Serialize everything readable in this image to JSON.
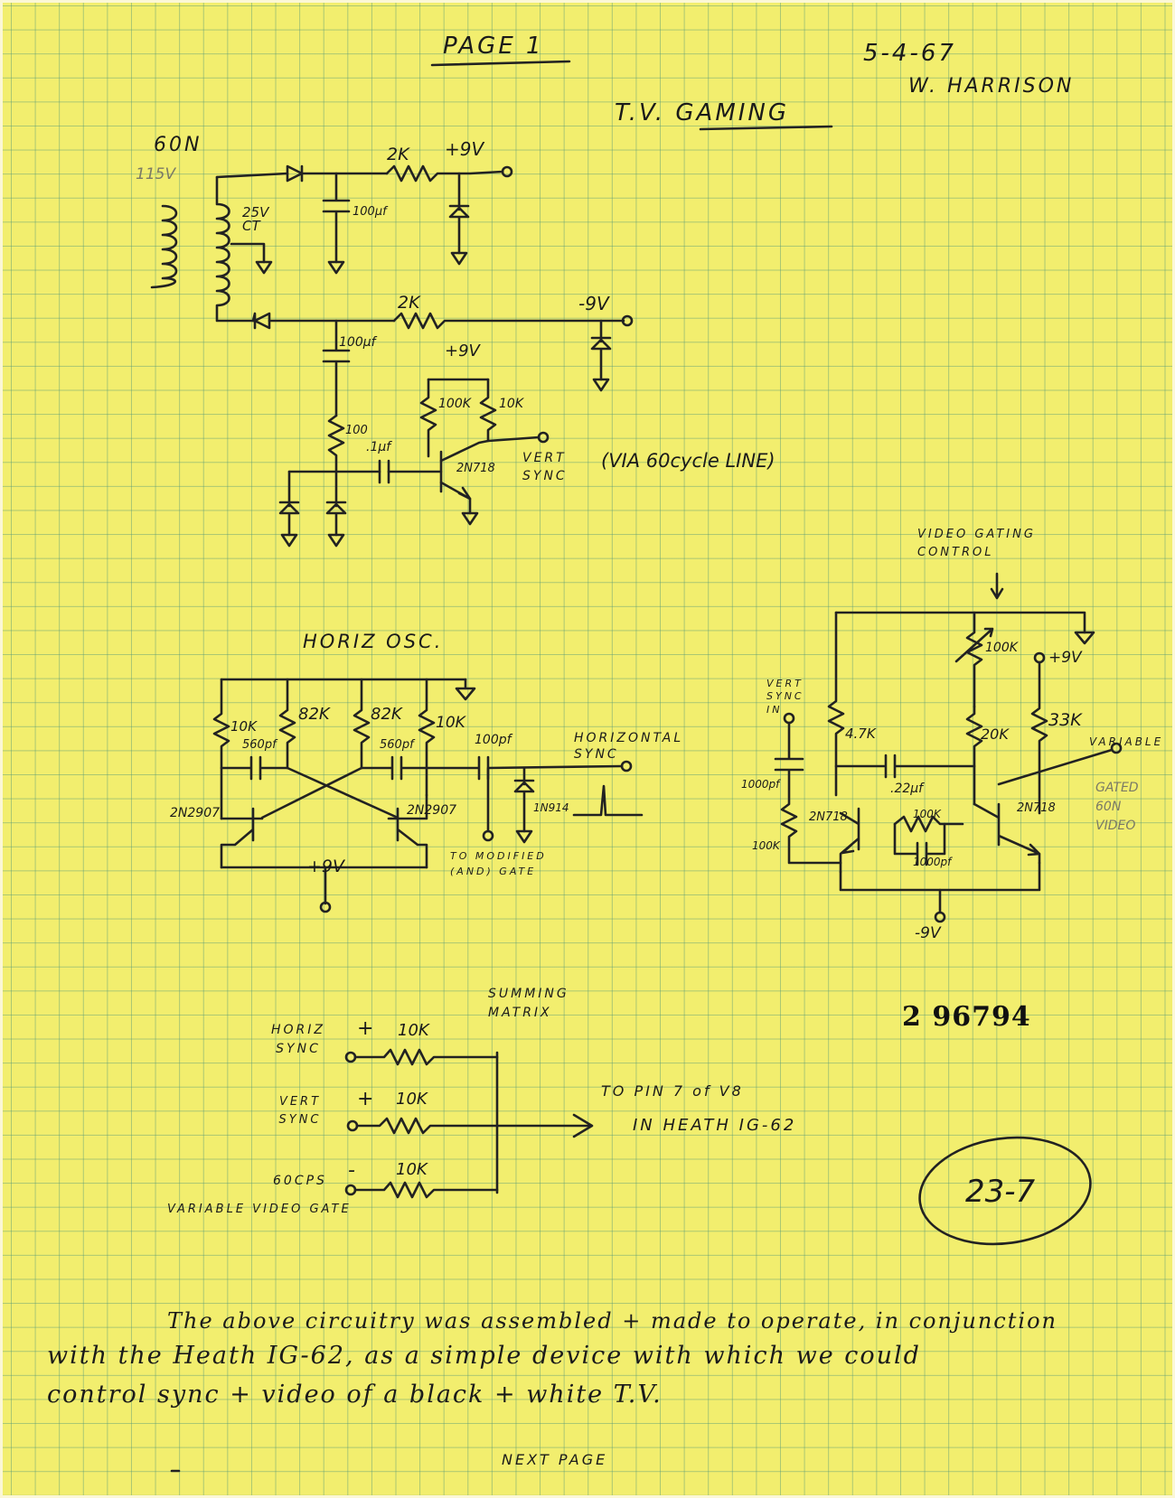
{
  "header": {
    "page_label": "PAGE 1",
    "date": "5-4-67",
    "author": "W. HARRISON",
    "title": "T.V. GAMING"
  },
  "power_supply": {
    "input": "60N",
    "voltage_pencil": "115V",
    "transformer": "25V CT",
    "r_top": "2K",
    "v_top": "+9V",
    "cap_top": "100µf",
    "r_bottom": "2K",
    "v_bottom": "-9V",
    "cap_bottom": "100µf"
  },
  "vert_sync_circuit": {
    "v_supply": "+9V",
    "r1": "100K",
    "r2": "10K",
    "r3": "100",
    "cap": ".1µf",
    "transistor": "2N718",
    "output": "VERT SYNC",
    "note": "(VIA 60cycle LINE)"
  },
  "horiz_osc": {
    "title": "HORIZ OSC.",
    "r1": "10K",
    "r2": "82K",
    "r3": "82K",
    "r4": "10K",
    "c1": "560pf",
    "c2": "560pf",
    "c_out": "100pf",
    "diode": "1N914",
    "t1": "2N2907",
    "t2": "2N2907",
    "supply": "+9V",
    "output": "HORIZONTAL SYNC",
    "gate_note": "TO MODIFIED (AND) GATE"
  },
  "video_gating": {
    "title": "VIDEO GATING CONTROL",
    "pot": "100K",
    "supply": "+9V",
    "input": "VERT SYNC IN",
    "r1": "4.7K",
    "r2": "20K",
    "r3": "33K",
    "c_in": "1000pf",
    "r_in": "100K",
    "cap": ".22µf",
    "r_mid": "100K",
    "c_mid": "1000pf",
    "t1": "2N718",
    "t2": "2N718",
    "neg_supply": "-9V",
    "output": "VARIABLE",
    "pencil_note": "GATED 60N VIDEO"
  },
  "summing_matrix": {
    "title": "SUMMING MATRIX",
    "in1": "HORIZ SYNC",
    "in1_sign": "+",
    "r1": "10K",
    "in2": "VERT SYNC",
    "in2_sign": "+",
    "r2": "10K",
    "in3": "60CPS",
    "in3_sign": "-",
    "r3": "10K",
    "in3_label": "VARIABLE VIDEO GATE",
    "output_line1": "TO PIN 7 of V8",
    "output_line2": "IN HEATH IG-62"
  },
  "stamp_number": "2 96794",
  "circled_number": "23-7",
  "note_lines": [
    "The above circuitry was assembled + made to operate, in conjunction",
    "with the Heath IG-62, as a simple device with which we could",
    "control sync + video of a black + white T.V."
  ],
  "footer": "NEXT PAGE"
}
